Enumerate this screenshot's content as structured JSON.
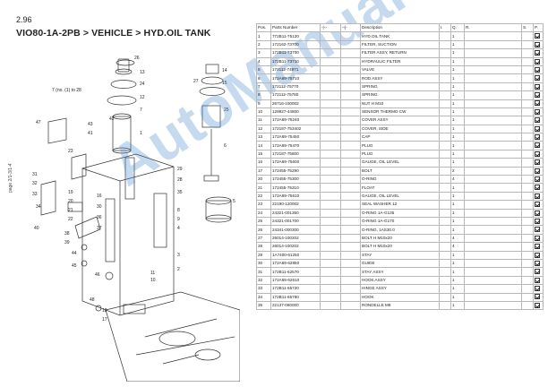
{
  "page": {
    "number": "2.96",
    "side_label": "page 2/1-3/1-4"
  },
  "title": "VIO80-1A-2PB > VEHICLE > HYD.OIL TANK",
  "watermark": "AutoManual",
  "diagram": {
    "note": "7 (no. (1) to 28",
    "callouts": [
      "26",
      "13",
      "14",
      "24",
      "12",
      "7",
      "1",
      "25",
      "27",
      "42",
      "43",
      "41",
      "47",
      "31",
      "32",
      "33",
      "34",
      "23",
      "15",
      "30",
      "36",
      "37",
      "16",
      "19",
      "20",
      "21",
      "22",
      "38",
      "39",
      "40",
      "44",
      "45",
      "46",
      "48",
      "18",
      "17",
      "9",
      "8",
      "6",
      "5",
      "4",
      "3",
      "2",
      "10",
      "11",
      "28",
      "29",
      "35"
    ]
  },
  "table": {
    "headers": {
      "pos": "Pos.",
      "number": "Parts Number",
      "arr1": "-|-›",
      "arr2": "-‹|-",
      "desc": "Description",
      "iq": "I.",
      "q": "Q.",
      "r": "R.",
      "s": "S.",
      "p": "P."
    },
    "rows": [
      {
        "pos": "1",
        "number": "772B11-75120",
        "desc": "HYD.OIL TANK",
        "q": "1"
      },
      {
        "pos": "2",
        "number": "172162-73700",
        "desc": "FILTER, SUCTION",
        "q": "1"
      },
      {
        "pos": "3",
        "number": "172B11-73700",
        "desc": "FILTER ASSY, RETURN",
        "q": "1"
      },
      {
        "pos": "4",
        "number": "172B11-73710",
        "desc": "HYDRAULIC FILTER",
        "q": "1"
      },
      {
        "pos": "5",
        "number": "172112-74971",
        "desc": "VALVE",
        "q": "1"
      },
      {
        "pos": "6",
        "number": "172A69-75710",
        "desc": "ROD ASSY",
        "q": "1"
      },
      {
        "pos": "7",
        "number": "172112-75770",
        "desc": "SPRING",
        "q": "1"
      },
      {
        "pos": "8",
        "number": "172112-75780",
        "desc": "SPRING",
        "q": "1"
      },
      {
        "pos": "9",
        "number": "26716-100002",
        "desc": "NUT H M10",
        "q": "1"
      },
      {
        "pos": "10",
        "number": "129927-44800",
        "desc": "SENSOR THERMO CW",
        "q": "1"
      },
      {
        "pos": "11",
        "number": "172A69-75240",
        "desc": "COVER ASSY",
        "q": "1"
      },
      {
        "pos": "12",
        "number": "172187-753402",
        "desc": "COVER, SIDE",
        "q": "1"
      },
      {
        "pos": "13",
        "number": "172A69-75450",
        "desc": "CAP",
        "q": "1"
      },
      {
        "pos": "14",
        "number": "172A69-75470",
        "desc": "PLUG",
        "q": "1"
      },
      {
        "pos": "15",
        "number": "172187-75800",
        "desc": "PLUG",
        "q": "1"
      },
      {
        "pos": "16",
        "number": "172A69-75600",
        "desc": "GAUGE, OIL LEVEL",
        "q": "1"
      },
      {
        "pos": "17",
        "number": "172455-75290",
        "desc": "BOLT",
        "q": "2"
      },
      {
        "pos": "20",
        "number": "172455-75300",
        "desc": "O-RING",
        "q": "4"
      },
      {
        "pos": "21",
        "number": "172455-75310",
        "desc": "FLOAT",
        "q": "1"
      },
      {
        "pos": "22",
        "number": "172A69-75610",
        "desc": "GAUGE, OIL LEVEL",
        "q": "1"
      },
      {
        "pos": "23",
        "number": "22190-120002",
        "desc": "SEAL WASHER 12",
        "q": "1"
      },
      {
        "pos": "24",
        "number": "24321-001350",
        "desc": "O-RING 1A-G135",
        "q": "1"
      },
      {
        "pos": "25",
        "number": "24321-001700",
        "desc": "O-RING 1A-G170",
        "q": "1"
      },
      {
        "pos": "26",
        "number": "24341-000300",
        "desc": "O-RING, 1AS30.0",
        "q": "1"
      },
      {
        "pos": "27",
        "number": "26014-100202",
        "desc": "BOLT H M10x20",
        "q": "4"
      },
      {
        "pos": "28",
        "number": "26014-100202",
        "desc": "BOLT H M10x20",
        "q": "4"
      },
      {
        "pos": "29",
        "number": "1A7400-61250",
        "desc": "STAY",
        "q": "1"
      },
      {
        "pos": "30",
        "number": "172A69-62850",
        "desc": "GUIDE",
        "q": "1"
      },
      {
        "pos": "31",
        "number": "172B11-62570",
        "desc": "STAY ASSY",
        "q": "1"
      },
      {
        "pos": "32",
        "number": "172A69-62610",
        "desc": "HOOK ASSY",
        "q": "1"
      },
      {
        "pos": "33",
        "number": "172B11-65720",
        "desc": "HINGE ASSY",
        "q": "1"
      },
      {
        "pos": "34",
        "number": "172B11-65780",
        "desc": "HOOK",
        "q": "1"
      },
      {
        "pos": "35",
        "number": "22137-080000",
        "desc": "RONDELLE M8",
        "q": "1"
      }
    ]
  }
}
